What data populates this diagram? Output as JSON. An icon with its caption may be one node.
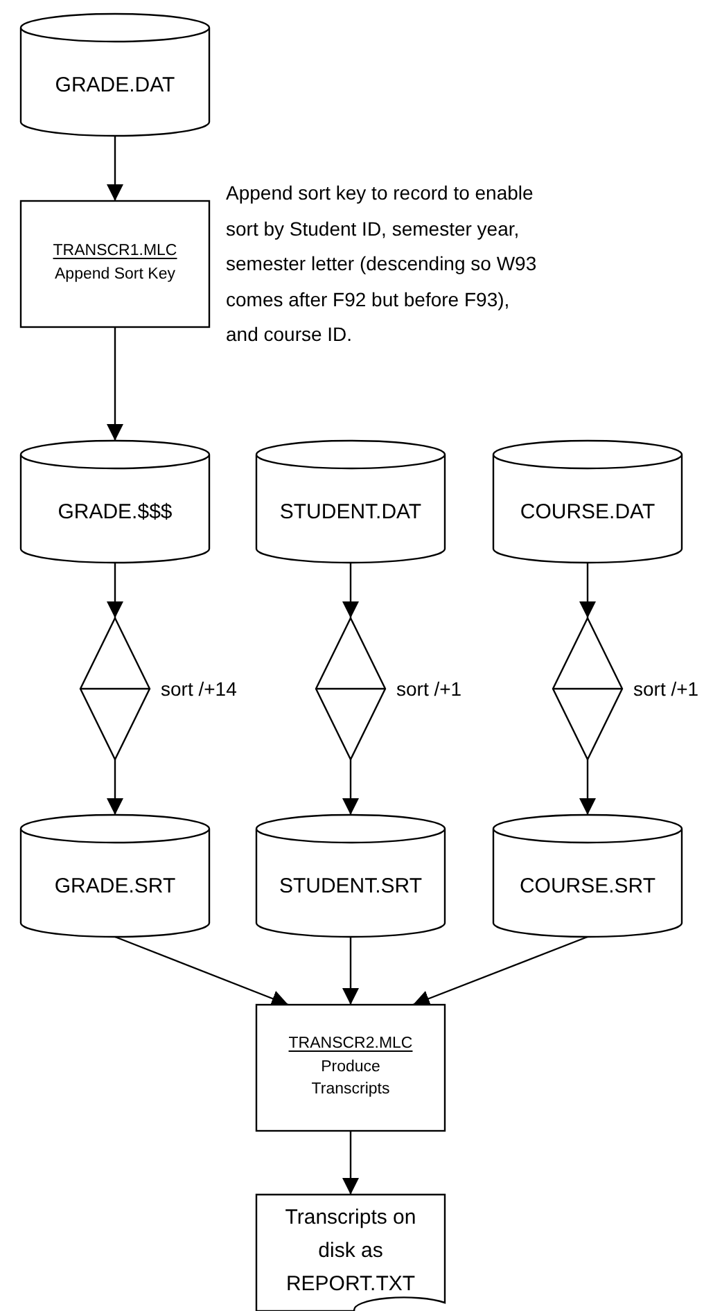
{
  "diagram": {
    "nodes": [
      {
        "text": [
          "GRADE.DAT"
        ]
      },
      {
        "text": [
          "TRANSCR1.MLC",
          "Append Sort Key"
        ],
        "beside": [
          "Append sort key to record to enable sort by Student ID, semester year, semester letter (descending so W93 comes after F92 but before F93), and course ID."
        ]
      },
      {
        "text": [
          "GRADE.$$$"
        ]
      },
      {
        "text": [
          "STUDENT.DAT"
        ]
      },
      {
        "text": [
          "COURSE.DAT"
        ]
      },
      {
        "text": [],
        "shape": "diamond",
        "beside": [
          "sort /+14"
        ]
      },
      {
        "text": [],
        "shape": "diamond",
        "beside": [
          "sort /+1"
        ]
      },
      {
        "text": [],
        "shape": "diamond",
        "beside": [
          "sort /+1"
        ]
      },
      {
        "text": [
          "GRADE.SRT"
        ]
      },
      {
        "text": [
          "STUDENT.SRT"
        ]
      },
      {
        "text": [
          "COURSE.SRT"
        ]
      },
      {
        "text": [
          "TRANSCR2.MLC",
          "Produce Transcripts"
        ]
      },
      {
        "text": [
          "Transcripts on disk as REPORT.TXT"
        ]
      }
    ],
    "edges": [
      {
        "from": 0,
        "to": 1,
        "arrow": "to"
      },
      {
        "from": 1,
        "to": 2,
        "arrow": "to"
      },
      {
        "from": 2,
        "to": 5,
        "arrow": "to"
      },
      {
        "from": 3,
        "to": 6,
        "arrow": "to"
      },
      {
        "from": 4,
        "to": 7,
        "arrow": "to"
      },
      {
        "from": 5,
        "to": 8,
        "arrow": "to"
      },
      {
        "from": 6,
        "to": 9,
        "arrow": "to"
      },
      {
        "from": 7,
        "to": 10,
        "arrow": "to"
      },
      {
        "from": 8,
        "to": 11,
        "arrow": "to"
      },
      {
        "from": 9,
        "to": 11,
        "arrow": "to"
      },
      {
        "from": 10,
        "to": 11,
        "arrow": "to"
      },
      {
        "from": 11,
        "to": 12,
        "arrow": "to"
      }
    ]
  }
}
